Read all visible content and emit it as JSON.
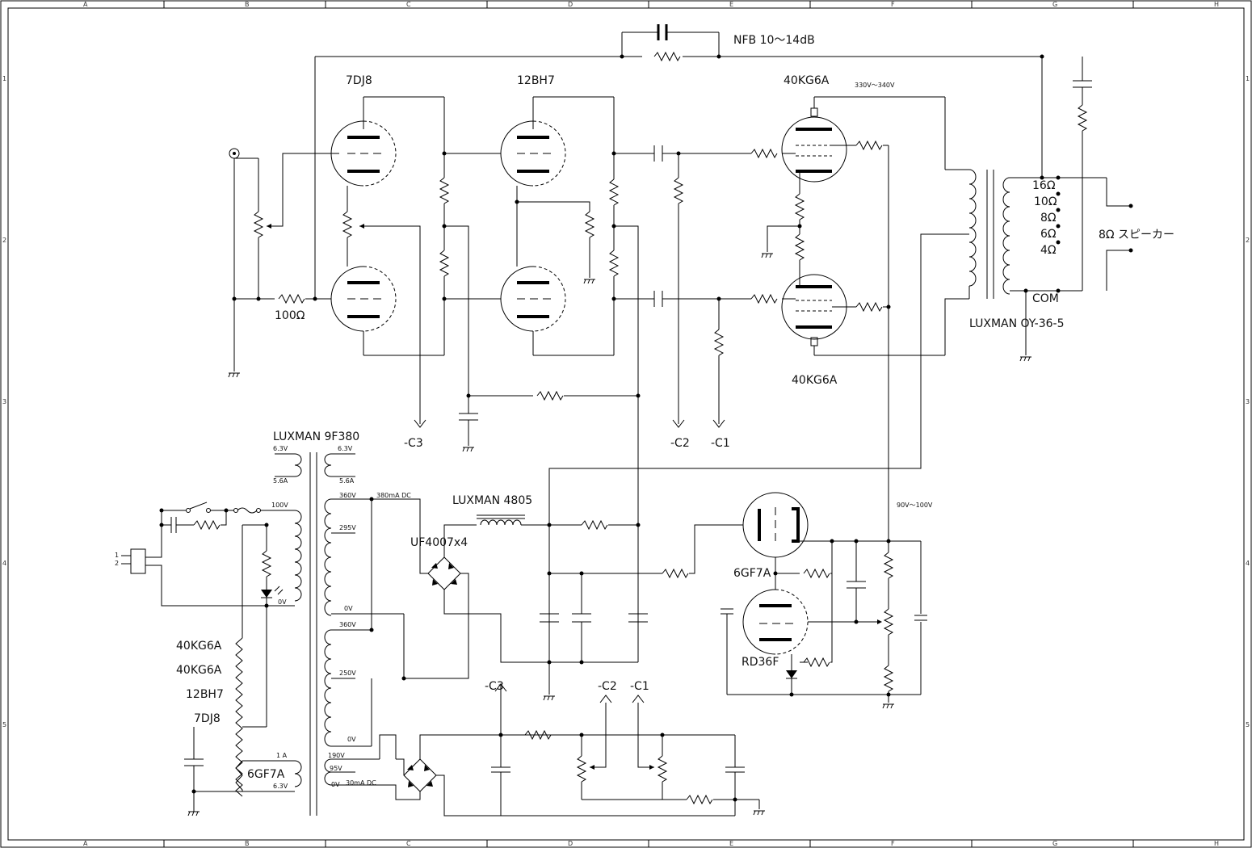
{
  "border": {
    "columns": [
      "A",
      "B",
      "C",
      "D",
      "E",
      "F",
      "G",
      "H"
    ],
    "rows": [
      "1",
      "2",
      "3",
      "4",
      "5"
    ]
  },
  "amp": {
    "nfb_label": "NFB  10〜14dB",
    "tube_input": "7DJ8",
    "tube_driver": "12BH7",
    "tube_output_top": "40KG6A",
    "tube_output_bottom": "40KG6A",
    "b_plus_voltage": "330V〜340V",
    "input_resistor": "100Ω",
    "bias_c3": "-C3",
    "bias_c2": "-C2",
    "bias_c1": "-C1"
  },
  "output_transformer": {
    "name": "LUXMAN  OY-36-5",
    "taps": [
      "16Ω",
      "10Ω",
      "8Ω",
      "6Ω",
      "4Ω"
    ],
    "common": "COM",
    "speaker": "8Ω  スピーカー"
  },
  "power": {
    "transformer": "LUXMAN 9F380",
    "heater_v_left": "6.3V",
    "heater_a_left": "5.6A",
    "heater_v_right": "6.3V",
    "heater_a_right": "5.6A",
    "primary_100v": "100V",
    "primary_0v": "0V",
    "sec_360v_a": "360V",
    "sec_295v": "295V",
    "sec_0v_a": "0V",
    "sec_360v_b": "360V",
    "sec_250v": "250V",
    "sec_0v_b": "0V",
    "current_hv": "380mA DC",
    "bias_190v": "190V",
    "bias_95v": "95V",
    "bias_0v": "0V",
    "current_bias": "30mA DC",
    "heater2_a": "1 A",
    "heater2_v": "6.3V",
    "choke": "LUXMAN  4805",
    "rectifier": "UF4007x4",
    "reg_voltage": "90V〜100V",
    "reg_tube_top": "6GF7A",
    "reg_tube_bottom": "RD36F",
    "heater_tubes": [
      "40KG6A",
      "40KG6A",
      "12BH7",
      "7DJ8"
    ],
    "heater_6gf7a": "6GF7A",
    "bias_out_c3": "-C3",
    "bias_out_c2": "-C2",
    "bias_out_c1": "-C1",
    "connector_pin1": "1",
    "connector_pin2": "2"
  }
}
